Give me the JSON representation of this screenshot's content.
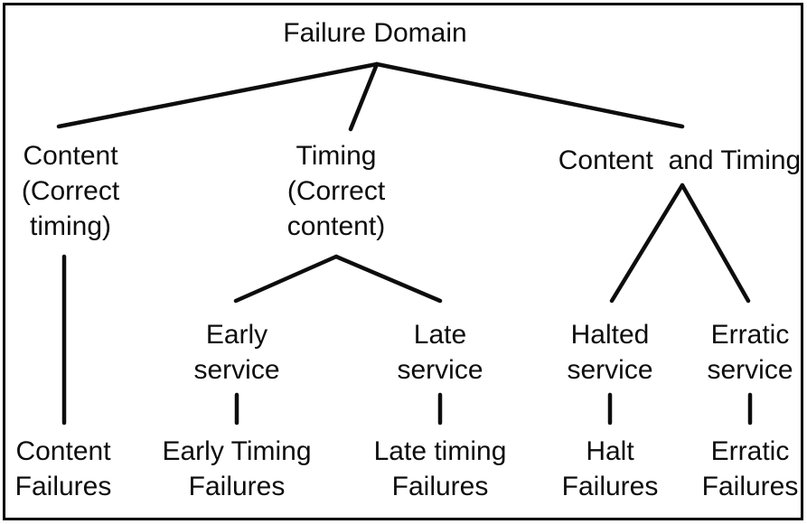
{
  "diagram": {
    "title": "Failure Domain",
    "colors": {
      "background": "#ffffff",
      "border": "#000000",
      "line": "#0d0d0d",
      "text": "#0d0d0d"
    },
    "nodes": {
      "content": "Content\n(Correct\ntiming)",
      "timing": "Timing\n(Correct\ncontent)",
      "content_and_timing": "Content  and Timing",
      "early_service": "Early\nservice",
      "late_service": "Late\nservice",
      "halted_service": "Halted\nservice",
      "erratic_service": "Erratic\nservice",
      "content_failures": "Content\nFailures",
      "early_timing_failures": "Early Timing\nFailures",
      "late_timing_failures": "Late timing\nFailures",
      "halt_failures": "Halt\nFailures",
      "erratic_failures": "Erratic\nFailures"
    },
    "edges": [
      [
        417,
        71,
        65,
        140
      ],
      [
        417,
        71,
        388,
        143
      ],
      [
        417,
        71,
        755,
        140
      ],
      [
        372,
        284,
        261,
        333
      ],
      [
        372,
        284,
        487,
        333
      ],
      [
        755,
        205,
        677,
        333
      ],
      [
        755,
        205,
        828,
        333
      ],
      [
        71,
        284,
        71,
        468
      ],
      [
        262,
        437,
        262,
        468
      ],
      [
        487,
        437,
        487,
        468
      ],
      [
        675,
        437,
        675,
        468
      ],
      [
        830,
        437,
        830,
        468
      ]
    ]
  }
}
